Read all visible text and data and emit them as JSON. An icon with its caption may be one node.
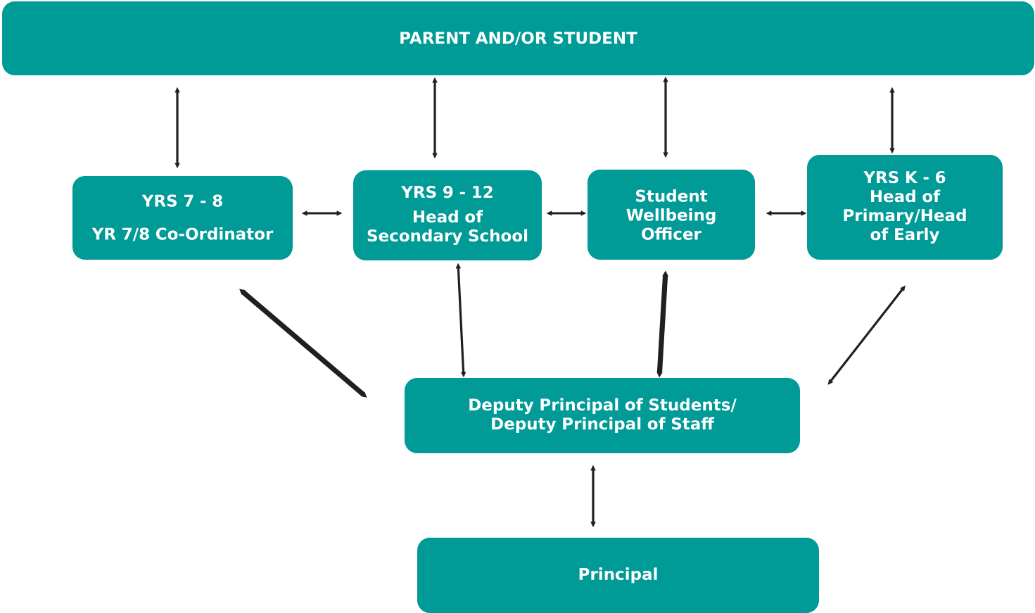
{
  "diagram": {
    "nodes": [
      {
        "text": [
          "PARENT AND/OR STUDENT"
        ]
      },
      {
        "text": [
          "YRS 7 - 8",
          "YR 7/8 Co-Ordinator"
        ]
      },
      {
        "text": [
          "YRS 9 - 12",
          "Head of Secondary School"
        ]
      },
      {
        "text": [
          "Student Wellbeing Officer"
        ]
      },
      {
        "text": [
          "YRS K - 6",
          "Head of Primary/Head of Early"
        ]
      },
      {
        "text": [
          "Deputy Principal of Students/ Deputy Principal of Staff"
        ]
      },
      {
        "text": [
          "Principal"
        ]
      }
    ],
    "edges": [
      {
        "from": 0,
        "to": 1,
        "arrow": "both"
      },
      {
        "from": 0,
        "to": 2,
        "arrow": "both"
      },
      {
        "from": 0,
        "to": 3,
        "arrow": "both"
      },
      {
        "from": 0,
        "to": 4,
        "arrow": "both"
      },
      {
        "from": 1,
        "to": 2,
        "arrow": "both"
      },
      {
        "from": 2,
        "to": 3,
        "arrow": "both"
      },
      {
        "from": 3,
        "to": 4,
        "arrow": "both"
      },
      {
        "from": 1,
        "to": 5,
        "arrow": "both",
        "style": "thick"
      },
      {
        "from": 2,
        "to": 5,
        "arrow": "both"
      },
      {
        "from": 3,
        "to": 5,
        "arrow": "both",
        "style": "thick"
      },
      {
        "from": 4,
        "to": 5,
        "arrow": "both"
      },
      {
        "from": 5,
        "to": 6,
        "arrow": "both"
      }
    ]
  }
}
